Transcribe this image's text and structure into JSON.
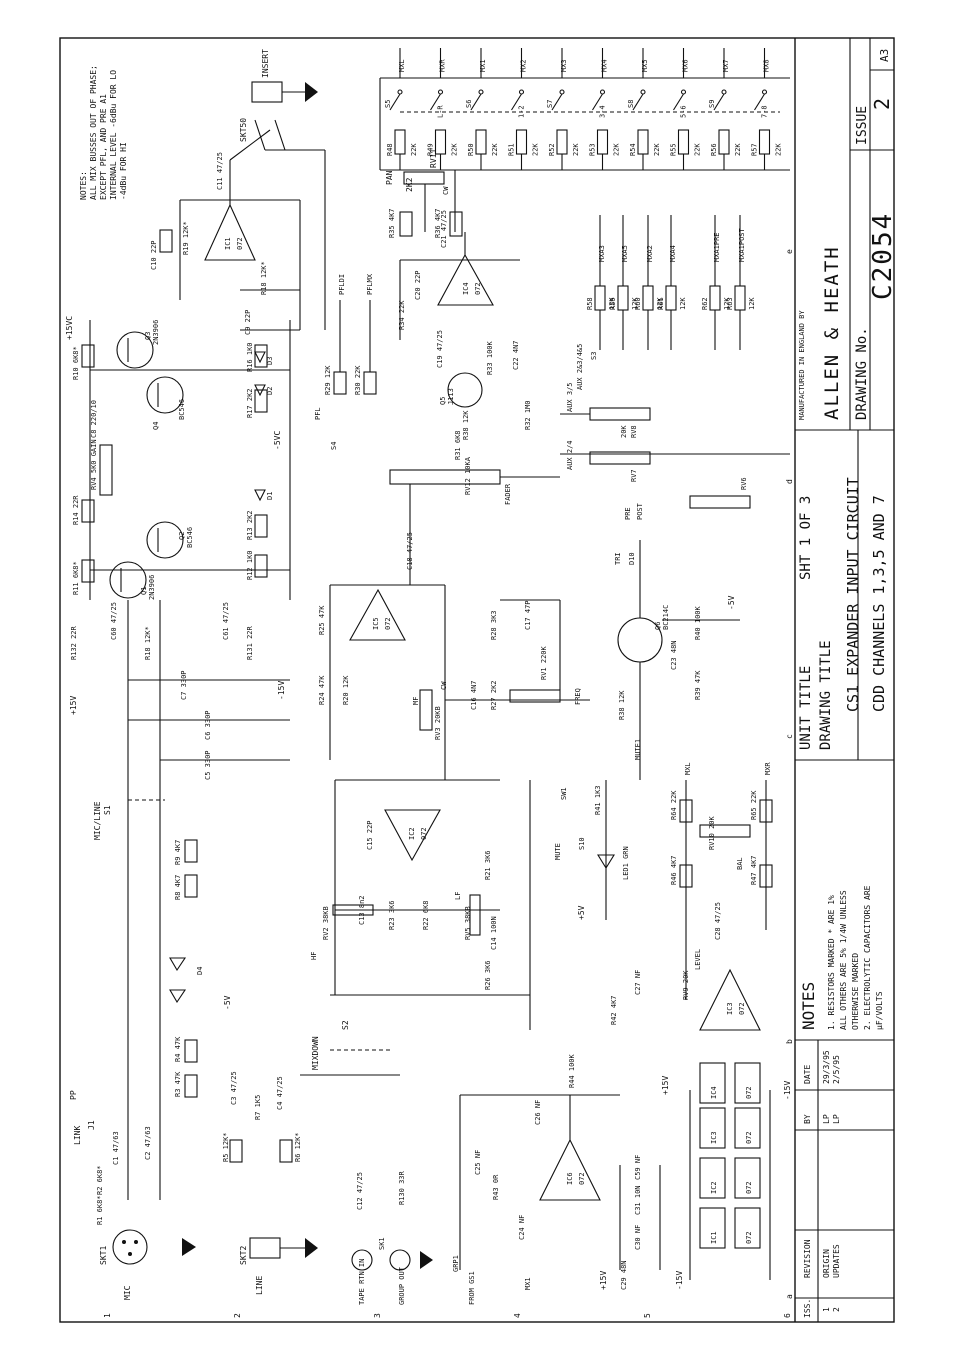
{
  "title_block": {
    "company": "ALLEN & HEATH",
    "made_in": "MANUFACTURED IN ENGLAND BY",
    "unit_title_label": "UNIT TITLE",
    "sheet": "SHT 1 OF 3",
    "drawing_title_label": "DRAWING TITLE",
    "drawing_title": "CS1 EXPANDER INPUT CIRCUIT",
    "drawing_subtitle": "CDD CHANNELS 1,3,5 AND 7",
    "drawing_no_label": "DRAWING No.",
    "drawing_no": "C2054",
    "issue_label": "ISSUE",
    "issue_no": "2",
    "size": "A3"
  },
  "notes_block": {
    "heading": "NOTES",
    "items": [
      "1.  RESISTORS MARKED * ARE 1%",
      "    ALL OTHERS ARE 5% 1/4W UNLESS",
      "    OTHERWISE MARKED",
      "2.  ELECTROLYTIC CAPACITORS ARE",
      "    µF/VOLTS"
    ]
  },
  "revision_block": {
    "col_iss": "ISS.",
    "col_revision": "REVISION",
    "col_by": "BY",
    "col_date": "DATE",
    "rows": [
      {
        "iss": "1",
        "rev": "ORIGIN",
        "by": "LP",
        "date": "29/3/95"
      },
      {
        "iss": "2",
        "rev": "UPDATES",
        "by": "LP",
        "date": "2/5/95"
      }
    ]
  },
  "top_notes": [
    "NOTES:",
    "ALL MIX BUSSES OUT OF PHASE;",
    "EXCEPT PFL, AND PRE A1",
    "INTERNAL LEVEL -6dBu FOR LO",
    "                -4dBu FOR HI"
  ],
  "inputs": {
    "mic": "MIC",
    "skt1": "SKT1",
    "line": "LINE",
    "skt2": "SKT2",
    "link": "LINK",
    "pp": "PP",
    "j1": "J1",
    "tape_in": "TAPE RTN IN",
    "sk1": "SK1",
    "group_out": "GROUP OUT",
    "grp1": "GRP1",
    "from_gs1": "FROM GS1",
    "insert": "INSERT",
    "skt50": "SKT50",
    "mic_line": "MIC/LINE",
    "s1": "S1",
    "mixdown": "MIXDOWN",
    "s2": "S2"
  },
  "bus_labels": [
    "MXL",
    "MXR",
    "MX1",
    "MX2",
    "MX3",
    "MX4",
    "MX5",
    "MX6",
    "MX7",
    "MX8"
  ],
  "bus_switches": [
    "S5",
    "S6",
    "S7",
    "S8",
    "S9"
  ],
  "bus_switch_pairs": [
    "L-R",
    "1-2",
    "3-4",
    "5-6",
    "7-8"
  ],
  "bus_resistors": [
    "R48",
    "R49",
    "R50",
    "R51",
    "R52",
    "R53",
    "R54",
    "R55",
    "R56",
    "R57"
  ],
  "bus_res_value": "22K",
  "pan": {
    "label": "PAN",
    "pot": "RV11",
    "value": "2K2",
    "cw": "CW"
  },
  "aux_labels": [
    "MXA3",
    "MXA5",
    "MXA2",
    "MXA4",
    "MXA1PRE",
    "MXA1POST"
  ],
  "aux_resistors": [
    "R58",
    "R59",
    "R60",
    "R61",
    "R62",
    "R63"
  ],
  "aux_res_value": "12K",
  "aux_pots": [
    "AUX 2&3/4&5",
    "AUX 3/5",
    "AUX 2/4",
    "RV8",
    "RV7",
    "RV6",
    "20K"
  ],
  "aux_pre_post": [
    "PRE",
    "POST"
  ],
  "eq_labels": {
    "hf": "HF",
    "lf": "LF",
    "mf": "MF",
    "freq": "FREQ",
    "fader": "FADER",
    "gain": "GAIN",
    "mute": "MUTE",
    "level": "LEVEL",
    "pfl": "PFL",
    "mute1": "MUTE1",
    "pfl_bus": "PFLDI",
    "pfl_mx": "PFLMX",
    "trim": "TRI",
    "cw": "CW"
  },
  "ics": [
    "IC1",
    "IC2",
    "IC3",
    "IC4",
    "IC5",
    "IC6"
  ],
  "ic_type": "072",
  "transistors": [
    {
      "ref": "Q1",
      "type": "2N3906"
    },
    {
      "ref": "Q2",
      "type": "BC546"
    },
    {
      "ref": "Q3",
      "type": "2N3906"
    },
    {
      "ref": "Q4",
      "type": "BC546"
    },
    {
      "ref": "Q5",
      "type": "J113"
    },
    {
      "ref": "Q6",
      "type": "BC214C"
    }
  ],
  "rails": [
    "+15V",
    "-15V",
    "+5V",
    "-5V",
    "+15VC",
    "-5VC"
  ],
  "misc_refs": {
    "r10": "R10 6K8*",
    "r11": "R11 6K8*",
    "r12": "R12 1K0",
    "r13": "R13 2K2",
    "r14": "R14 22R",
    "r16": "R16 1K0",
    "r17": "R17 2K2",
    "r18": "R18 12K*",
    "r19": "R19 12K*",
    "c8": "C8 220/10",
    "c9": "C9 22P",
    "c10": "C10 22P",
    "rv4": "RV4 5K0 GAIN",
    "c11": "C11 47/25",
    "d1": "D1",
    "d2": "D2",
    "d3": "D3",
    "d4": "D4",
    "c5": "C5 330P",
    "c6": "C6 330P",
    "c7": "C7 330P",
    "r1": "R1 6K8*",
    "r2": "R2 6K8*",
    "r3": "R3 47K",
    "r4": "R4 47K",
    "r5": "R5 12K*",
    "r6": "R6 12K*",
    "r7": "R7 1K5",
    "r8": "R8 4K7",
    "r9": "R9 4K7",
    "c1": "C1 47/63",
    "c2": "C2 47/63",
    "c3": "C3 47/25",
    "c4": "C4 47/25",
    "c12": "C12 47/25",
    "r130": "R130 33R",
    "r131": "R131 22R",
    "r132": "R132 22R",
    "c60": "C60 47/25",
    "c61": "C61 47/25",
    "r35": "R35 4K7",
    "r36": "R36 4K7",
    "r20": "R20 12K",
    "r21": "R21 3K6",
    "r22": "R22 6K8",
    "r23": "R23 3K6",
    "r24": "R24 47K",
    "r25": "R25 47K",
    "r26": "R26 3K6",
    "r27": "R27 2K2",
    "r28": "R28 3K3",
    "r29": "R29 12K",
    "r30": "R30 22K",
    "r31": "R31 6K8",
    "r32": "R32 1M0",
    "r33": "R33 100K",
    "r34": "R34 22K",
    "r38": "R38 12K",
    "r39": "R39 47K",
    "r40": "R40 100K",
    "r41": "R41 1K3",
    "r42": "R42 4K7",
    "r43": "R43 0R",
    "r44": "R44 100K",
    "r45": "R45",
    "r46": "R46 4K7",
    "r47": "R47 4K7",
    "r64": "R64 22K",
    "r65": "R65 22K",
    "c13": "C13 8n2",
    "c14": "C14 100N",
    "c15": "C15 22P",
    "c16": "C16 4N7",
    "c17": "C17 47P",
    "c18": "C18 47/25",
    "c19": "C19 47/25",
    "c20": "C20 22P",
    "c21": "C21 47/25",
    "c22": "C22 4N7",
    "c23": "C23 48N",
    "c24": "C24 NF",
    "c25": "C25 NF",
    "c26": "C26 NF",
    "c27": "C27 NF",
    "c28": "C28 47/25",
    "rv1": "RV1 220K",
    "rv2": "RV2 38KB",
    "rv3": "RV3 20KB",
    "rv5": "RV5 38KB",
    "rv9": "RV9 20K",
    "rv10": "RV10 20K",
    "rv12": "RV12 10KA",
    "led": "LED1 GRN",
    "s3": "S3",
    "s4": "S4",
    "s10": "S10",
    "sw1": "SW1",
    "d10": "D10",
    "bal": "BAL",
    "rv10b": "20K"
  },
  "decoupling": [
    "C29 48N",
    "C30 NF",
    "C31 10N",
    "C59 NF"
  ],
  "grid_letters": [
    "a",
    "b",
    "c",
    "d",
    "e"
  ],
  "grid_numbers": [
    "1",
    "2",
    "3",
    "4",
    "5",
    "6"
  ]
}
